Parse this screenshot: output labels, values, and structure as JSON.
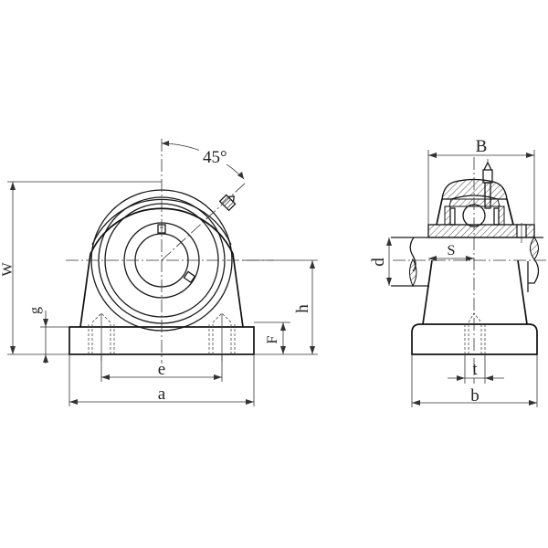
{
  "drawing": {
    "type": "pillow-block bearing unit (tapped base) engineering drawing",
    "views": [
      "front-view",
      "side-section-view"
    ],
    "angle_label": "45°",
    "front_view": {
      "dimensions": {
        "W": "W",
        "g": "g",
        "e": "e",
        "a": "a",
        "h": "h",
        "F": "F"
      }
    },
    "side_view": {
      "dimensions": {
        "B": "B",
        "d": "d",
        "S": "S",
        "t": "t",
        "b": "b"
      }
    },
    "colors": {
      "line": "#1a1a1a",
      "background": "#ffffff"
    }
  }
}
